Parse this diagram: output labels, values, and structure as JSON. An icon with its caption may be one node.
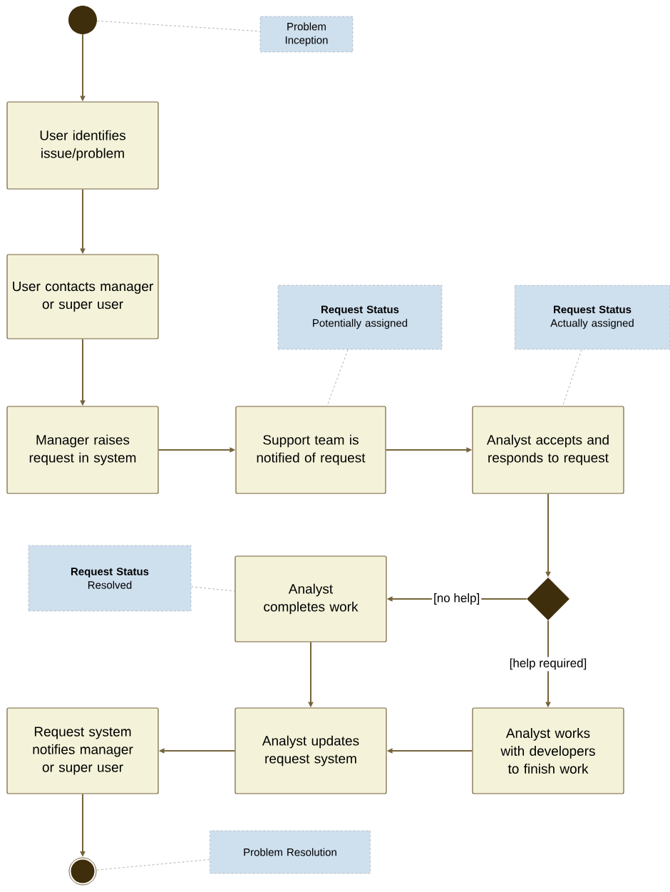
{
  "diagram": {
    "nodes": [
      {
        "text": [],
        "shape": "circle"
      },
      {
        "text": [
          "Problem Inception"
        ]
      },
      {
        "text": [
          "User identifies issue/problem"
        ]
      },
      {
        "text": [
          "User contacts manager or super user"
        ]
      },
      {
        "text": [
          "Request Status",
          "Potentially assigned"
        ]
      },
      {
        "text": [
          "Request Status",
          "Actually assigned"
        ]
      },
      {
        "text": [
          "Manager raises request in system"
        ]
      },
      {
        "text": [
          "Support team is notified of request"
        ]
      },
      {
        "text": [
          "Analyst accepts and responds to request"
        ]
      },
      {
        "text": [
          "Request Status",
          "Resolved"
        ]
      },
      {
        "text": [
          "Analyst completes work"
        ]
      },
      {
        "text": [],
        "shape": "diamond"
      },
      {
        "text": [
          "Request system notifies manager or super user"
        ]
      },
      {
        "text": [
          "Analyst updates request system"
        ]
      },
      {
        "text": [
          "Analyst works with developers to finish work"
        ]
      },
      {
        "text": [
          "Problem Resolution"
        ]
      },
      {
        "text": [],
        "shape": "bullseye"
      }
    ],
    "edges": [
      {
        "from": 0,
        "to": 2,
        "arrow": "to"
      },
      {
        "from": 2,
        "to": 3,
        "arrow": "to"
      },
      {
        "from": 3,
        "to": 6,
        "arrow": "to"
      },
      {
        "from": 6,
        "to": 7,
        "arrow": "to"
      },
      {
        "from": 7,
        "to": 8,
        "arrow": "to"
      },
      {
        "from": 8,
        "to": 11,
        "arrow": "to"
      },
      {
        "from": 11,
        "to": 10,
        "arrow": "to",
        "label": "[no help]"
      },
      {
        "from": 11,
        "to": 14,
        "arrow": "to",
        "label": "[help required]"
      },
      {
        "from": 10,
        "to": 13,
        "arrow": "to"
      },
      {
        "from": 14,
        "to": 13,
        "arrow": "to"
      },
      {
        "from": 13,
        "to": 12,
        "arrow": "to"
      },
      {
        "from": 12,
        "to": 16,
        "arrow": "to"
      },
      {
        "from": 0,
        "to": 1,
        "arrow": "none",
        "style": "dashed",
        "color": "#808080"
      },
      {
        "from": 4,
        "to": 7,
        "arrow": "none",
        "style": "dashed",
        "color": "#808080"
      },
      {
        "from": 5,
        "to": 8,
        "arrow": "none",
        "style": "dashed",
        "color": "#808080"
      },
      {
        "from": 9,
        "to": 10,
        "arrow": "none",
        "style": "dashed",
        "color": "#808080"
      },
      {
        "from": 15,
        "to": 16,
        "arrow": "none",
        "style": "dashed",
        "color": "#808080"
      }
    ]
  }
}
